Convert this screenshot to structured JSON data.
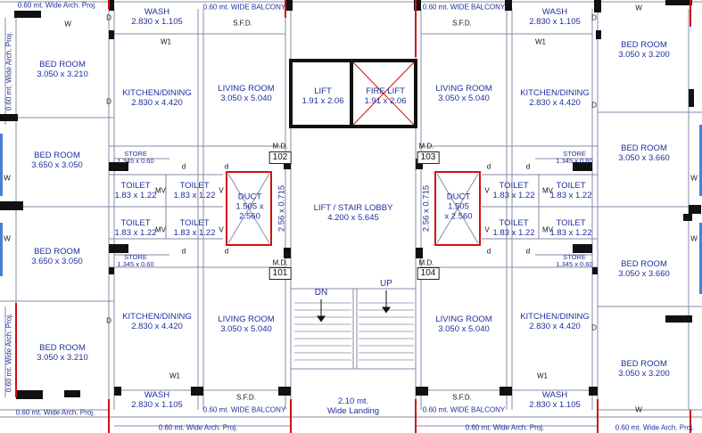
{
  "rooms": {
    "bed_tl": {
      "name": "BED ROOM",
      "dim": "3.050 x 3.210"
    },
    "bed_ml1": {
      "name": "BED ROOM",
      "dim": "3.650 x 3.050"
    },
    "bed_ml2": {
      "name": "BED ROOM",
      "dim": "3.650 x 3.050"
    },
    "bed_bl": {
      "name": "BED ROOM",
      "dim": "3.050 x 3.210"
    },
    "bed_tr": {
      "name": "BED ROOM",
      "dim": "3.050 x 3.200"
    },
    "bed_mr1": {
      "name": "BED ROOM",
      "dim": "3.050 x 3.660"
    },
    "bed_mr2": {
      "name": "BED ROOM",
      "dim": "3.050 x 3.660"
    },
    "bed_br": {
      "name": "BED ROOM",
      "dim": "3.050 x 3.200"
    },
    "wash_tl": {
      "name": "WASH",
      "dim": "2.830 x 1.105"
    },
    "wash_tr": {
      "name": "WASH",
      "dim": "2.830 x 1.105"
    },
    "wash_bl": {
      "name": "WASH",
      "dim": "2.830 x 1.105"
    },
    "wash_br": {
      "name": "WASH",
      "dim": "2.830 x 1.105"
    },
    "kitchen_tl": {
      "name": "KITCHEN/DINING",
      "dim": "2.830 x 4.420"
    },
    "kitchen_tr": {
      "name": "KITCHEN/DINING",
      "dim": "2.830 x 4.420"
    },
    "kitchen_bl": {
      "name": "KITCHEN/DINING",
      "dim": "2.830 x 4.420"
    },
    "kitchen_br": {
      "name": "KITCHEN/DINING",
      "dim": "2.830 x 4.420"
    },
    "living_tl": {
      "name": "LIVING ROOM",
      "dim": "3.050 x 5.040"
    },
    "living_tr": {
      "name": "LIVING ROOM",
      "dim": "3.050 x 5.040"
    },
    "living_bl": {
      "name": "LIVING ROOM",
      "dim": "3.050 x 5.040"
    },
    "living_br": {
      "name": "LIVING ROOM",
      "dim": "3.050 x 5.040"
    },
    "lift": {
      "name": "LIFT",
      "dim": "1.91 x 2.06"
    },
    "fire_lift": {
      "name": "FIRE LIFT",
      "dim": "1.91 x 2.06"
    },
    "lobby": {
      "name": "LIFT / STAIR LOBBY",
      "dim": "4.200 x 5.645"
    },
    "landing": {
      "name": "2.10 mt.",
      "dim": "Wide Landing"
    },
    "duct_l": {
      "name": "DUCT",
      "dim1": "1.505 x",
      "dim2": "2.560"
    },
    "duct_r": {
      "name": "DUCT",
      "dim1": "1.505",
      "dim2": "x 2.560"
    },
    "toilet": {
      "name": "TOILET",
      "dim": "1.83 x 1.22"
    },
    "store": {
      "name": "STORE",
      "dim": "1.345 x 0.60"
    }
  },
  "labels": {
    "balcony": "0.60 mt. WIDE BALCONY",
    "arch_proj": "0.60 mt. Wide Arch. Proj.",
    "sfd": "S.F.D.",
    "md": "M.D.",
    "w": "W",
    "w1": "W1",
    "d": "D",
    "dd": "d",
    "v": "V",
    "mv": "MV",
    "dn": "DN",
    "up": "UP",
    "duct_vert_l": "2.56 x 0.715",
    "duct_vert_r": "2.56 x 0.715"
  },
  "units": {
    "u102": "102",
    "u103": "103",
    "u101": "101",
    "u104": "104"
  },
  "colors": {
    "wall": "#111111",
    "plan_line": "#6b6b9a",
    "label": "#1f2f9a",
    "red": "#d01010"
  }
}
